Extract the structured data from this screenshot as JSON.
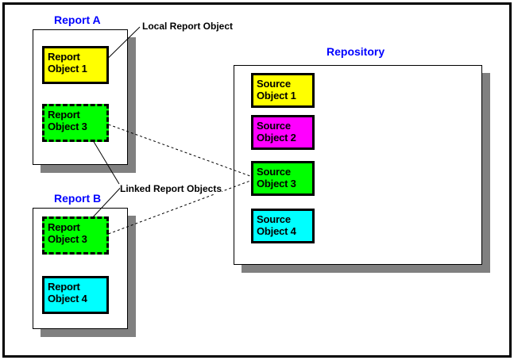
{
  "diagram": {
    "title_color": "#0000ff",
    "shadow_color": "#808080",
    "annotations": {
      "local": "Local Report Object",
      "linked": "Linked Report Objects"
    },
    "panels": [
      {
        "id": "report-a",
        "title": "Report A",
        "objects": [
          {
            "line1": "Report",
            "line2": "Object 1",
            "color": "#ffff00",
            "border": "solid"
          },
          {
            "line1": "Report",
            "line2": "Object 3",
            "color": "#00ff00",
            "border": "dashed"
          }
        ]
      },
      {
        "id": "report-b",
        "title": "Report B",
        "objects": [
          {
            "line1": "Report",
            "line2": "Object 3",
            "color": "#00ff00",
            "border": "dashed"
          },
          {
            "line1": "Report",
            "line2": "Object 4",
            "color": "#00ffff",
            "border": "solid"
          }
        ]
      },
      {
        "id": "repository",
        "title": "Repository",
        "objects": [
          {
            "line1": "Source",
            "line2": "Object 1",
            "color": "#ffff00",
            "border": "solid"
          },
          {
            "line1": "Source",
            "line2": "Object 2",
            "color": "#ff00ff",
            "border": "solid"
          },
          {
            "line1": "Source",
            "line2": "Object 3",
            "color": "#00ff00",
            "border": "solid"
          },
          {
            "line1": "Source",
            "line2": "Object 4",
            "color": "#00ffff",
            "border": "solid"
          }
        ]
      }
    ]
  }
}
